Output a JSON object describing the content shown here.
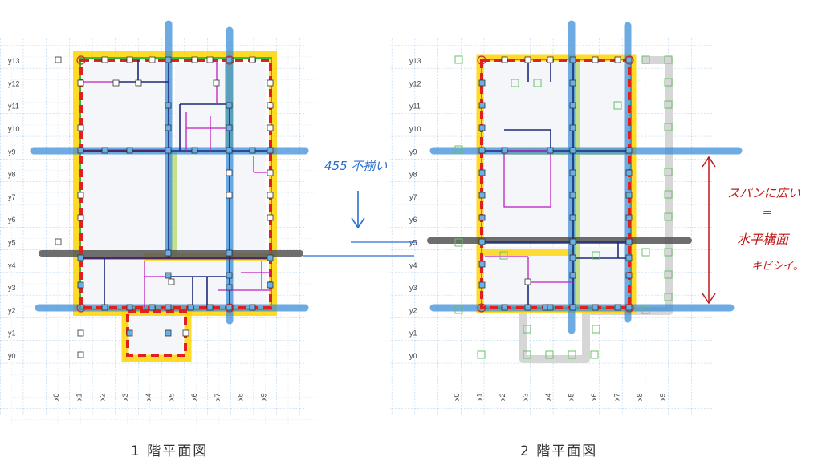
{
  "plans": [
    {
      "id": "floor1",
      "y_labels": [
        "y0",
        "y1",
        "y2",
        "y3",
        "y4",
        "y5",
        "y6",
        "y7",
        "y8",
        "y9",
        "y10",
        "y11",
        "y12",
        "y13"
      ],
      "x_labels": [
        "x0",
        "x1",
        "x2",
        "x3",
        "x4",
        "x5",
        "x6",
        "x7",
        "x8",
        "x9"
      ]
    },
    {
      "id": "floor2",
      "y_labels": [
        "y0",
        "y1",
        "y2",
        "y3",
        "y4",
        "y5",
        "y6",
        "y7",
        "y8",
        "y9",
        "y10",
        "y11",
        "y12",
        "y13"
      ],
      "x_labels": [
        "x0",
        "x1",
        "x2",
        "x3",
        "x4",
        "x5",
        "x6",
        "x7",
        "x8",
        "x9"
      ]
    }
  ],
  "captions": {
    "floor1": "1 階平面図",
    "floor2": "2 階平面図"
  },
  "annotations": {
    "blue_note": "455 不揃い",
    "red_note_line1": "スパンに広い",
    "red_note_line2": "＝",
    "red_note_line3": "水平構面",
    "red_note_line4": "キビシイ。"
  },
  "colors": {
    "grid": "#7fb3e0",
    "axis_blue": "#3d8fd9",
    "axis_gray": "#5a5a5a",
    "outer_red": "#e02020",
    "yellow": "#ffd400",
    "green": "#35c035",
    "purple": "#c020c0",
    "navy": "#1a2a7a",
    "ann_blue": "#2a6fd0",
    "ann_red": "#c01818"
  }
}
